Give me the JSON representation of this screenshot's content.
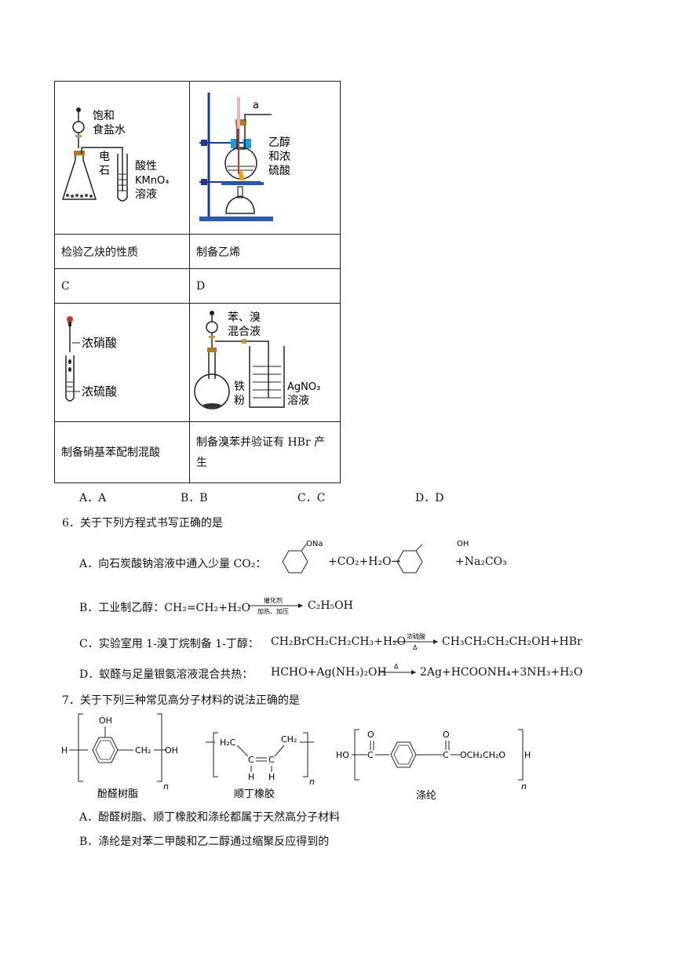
{
  "table": {
    "row1_fig_left": {
      "labels": [
        "饱和",
        "食盐水",
        "电",
        "石",
        "酸性",
        "KMnO₄",
        "溶液"
      ]
    },
    "row1_fig_right": {
      "labels": [
        "a",
        "乙醇",
        "和浓",
        "硫酸"
      ]
    },
    "row2": [
      "检验乙炔的性质",
      "制备乙烯"
    ],
    "row3": [
      "C",
      "D"
    ],
    "row4_fig_left": {
      "labels": [
        "浓硝酸",
        "浓硫酸"
      ]
    },
    "row4_fig_right": {
      "labels": [
        "苯、溴",
        "混合液",
        "铁",
        "粉",
        "AgNO₃",
        "溶液"
      ]
    },
    "row5": [
      "制备硝基苯配制混酸",
      "制备溴苯并验证有 HBr 产生"
    ]
  },
  "q5_options": [
    "A．A",
    "B．B",
    "C．C",
    "D．D"
  ],
  "q6": {
    "stem": "6．关于下列方程式书写正确的是",
    "A_prefix": "A．向石炭酸钠溶液中通入少量 CO₂：",
    "A_mid": "+CO₂+H₂O→",
    "A_end": "+Na₂CO₃",
    "A_struct_left": "ONa",
    "A_struct_right": "OH",
    "B_prefix": "B．工业制乙醇：CH₂=CH₂+H₂O",
    "B_cond_top": "催化剂",
    "B_cond_bottom": "加热、加压",
    "B_product": "C₂H₅OH",
    "C_prefix": "C．实验室用 1-溴丁烷制备 1-丁醇：",
    "C_reactants": "CH₂BrCH₂CH₂CH₃+H₂O",
    "C_cond_top": "浓硫酸",
    "C_cond_bottom": "Δ",
    "C_products": "CH₃CH₂CH₂CH₂OH+HBr",
    "D_prefix": "D．蚁醛与足量银氨溶液混合共热：",
    "D_reactants": "HCHO+Ag(NH₃)₂OH",
    "D_cond_top": "Δ",
    "D_products": "2Ag+HCOONH₄+3NH₃+H₂O"
  },
  "q7": {
    "stem": "7．关于下列三种常见高分子材料的说法正确的是",
    "polymers": [
      "酚醛树脂",
      "顺丁橡胶",
      "涤纶"
    ],
    "struct_labels": {
      "phenolic": [
        "OH",
        "H",
        "CH₂",
        "OH",
        "n"
      ],
      "rubber": [
        "H₂C",
        "C",
        "C",
        "CH₂",
        "H",
        "H",
        "n"
      ],
      "pet": [
        "O",
        "O",
        "HO",
        "C",
        "C",
        "OCH₂CH₂O",
        "H",
        "n"
      ]
    },
    "A": "A．酚醛树脂、顺丁橡胶和涤纶都属于天然高分子材料",
    "B": "B．涤纶是对苯二甲酸和乙二醇通过缩聚反应得到的"
  }
}
